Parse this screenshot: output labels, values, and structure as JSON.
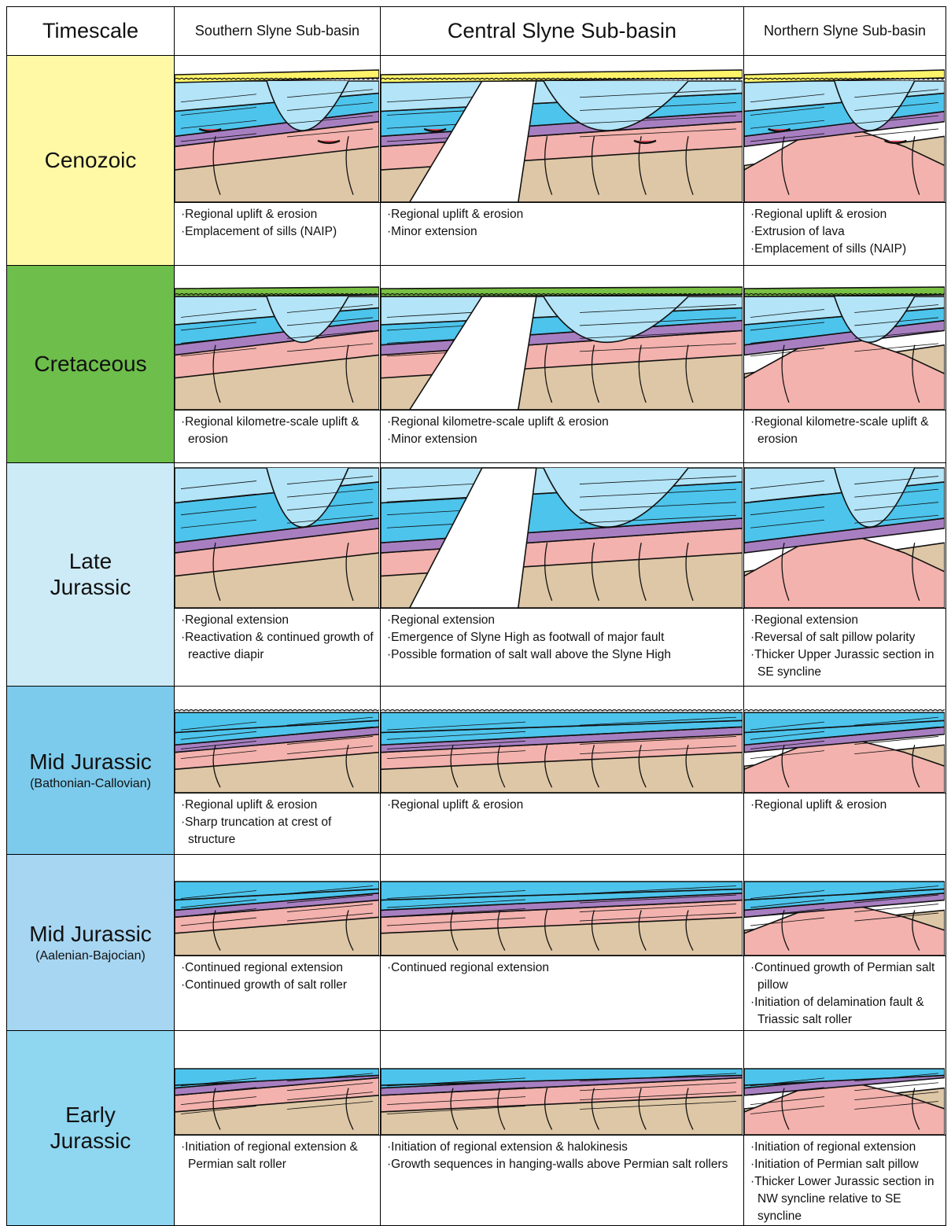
{
  "headers": {
    "timescale": "Timescale",
    "southern": "Southern Slyne Sub-basin",
    "central": "Central Slyne Sub-basin",
    "northern": "Northern Slyne Sub-basin"
  },
  "colors": {
    "cenozoic": "#FFF9A6",
    "cretaceous": "#6DBE4B",
    "late_jurassic": "#CDEBF7",
    "mid_jurassic_bc": "#7DCBEC",
    "mid_jurassic_ab": "#A7D6F2",
    "early_jurassic": "#8FD6F0",
    "upper_fill": "#B3E4F7",
    "lower_fill": "#4DC4EC",
    "salt": "#A77FC1",
    "triassic": "#F3B2AD",
    "basement": "#DEC7A6",
    "cover": "#FFF36A",
    "cretaceous_cover": "#79C143"
  },
  "rows": [
    {
      "title": "Cenozoic",
      "subtitle": "",
      "southern": [
        "Regional uplift & erosion",
        "Emplacement of sills (NAIP)"
      ],
      "central": [
        "Regional uplift & erosion",
        "Minor extension"
      ],
      "northern": [
        "Regional uplift & erosion",
        "Extrusion of lava",
        "Emplacement of sills (NAIP)"
      ]
    },
    {
      "title": "Cretaceous",
      "subtitle": "",
      "southern": [
        "Regional kilometre-scale uplift & erosion"
      ],
      "central": [
        "Regional kilometre-scale uplift & erosion",
        "Minor extension"
      ],
      "northern": [
        "Regional kilometre-scale uplift & erosion"
      ]
    },
    {
      "title": "Late\nJurassic",
      "subtitle": "",
      "southern": [
        "Regional extension",
        "Reactivation & continued growth of reactive diapir"
      ],
      "central": [
        "Regional extension",
        "Emergence of Slyne High as footwall of major fault",
        "Possible formation of salt wall above the Slyne High"
      ],
      "northern": [
        "Regional extension",
        "Reversal of salt pillow polarity",
        "Thicker Upper Jurassic section in SE syncline"
      ]
    },
    {
      "title": "Mid Jurassic",
      "subtitle": "(Bathonian-Callovian)",
      "southern": [
        "Regional uplift & erosion",
        "Sharp truncation at crest of structure"
      ],
      "central": [
        "Regional uplift & erosion"
      ],
      "northern": [
        "Regional uplift & erosion"
      ]
    },
    {
      "title": "Mid Jurassic",
      "subtitle": "(Aalenian-Bajocian)",
      "southern": [
        "Continued regional extension",
        "Continued growth of salt roller"
      ],
      "central": [
        "Continued regional extension"
      ],
      "northern": [
        "Continued growth of Permian salt pillow",
        "Initiation of delamination fault & Triassic salt roller"
      ]
    },
    {
      "title": "Early\nJurassic",
      "subtitle": "",
      "southern": [
        "Initiation of regional extension & Permian salt roller"
      ],
      "central": [
        "Initiation of regional extension & halokinesis",
        "Growth sequences in hanging-walls above Permian salt rollers"
      ],
      "northern": [
        "Initiation of regional extension",
        "Initiation of Permian salt pillow",
        "Thicker Lower Jurassic section in NW syncline relative to SE syncline"
      ]
    }
  ]
}
